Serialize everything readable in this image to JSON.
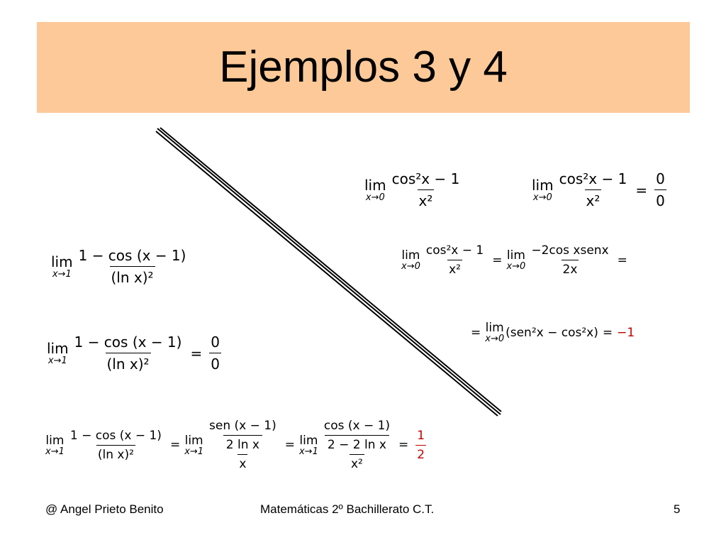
{
  "title": "Ejemplos 3 y 4",
  "colors": {
    "title_bg": "#fdc999",
    "result_red": "#c00000"
  },
  "examples": {
    "lim_word": "lim",
    "to_one": "x→1",
    "to_zero": "x→0",
    "ex3": {
      "num": "1 − cos (x − 1)",
      "den": "(ln x)²",
      "indet_num": "0",
      "indet_den": "0",
      "step1_num": "sen (x − 1)",
      "step1_den_num": "2 ln x",
      "step1_den_den": "x",
      "step2_num": "cos (x − 1)",
      "step2_den_num": "2 − 2 ln x",
      "step2_den_den": "x²",
      "result_num": "1",
      "result_den": "2"
    },
    "ex4": {
      "num": "cos²x − 1",
      "den": "x²",
      "indet_num": "0",
      "indet_den": "0",
      "step1_num": "−2cos xsenx",
      "step1_den": "2x",
      "step2_expr": "(sen²x − cos²x)",
      "result": "−1"
    },
    "equals": "="
  },
  "footer": {
    "author": "@  Angel Prieto Benito",
    "course": "Matemáticas  2º Bachillerato C.T.",
    "page": "5"
  }
}
